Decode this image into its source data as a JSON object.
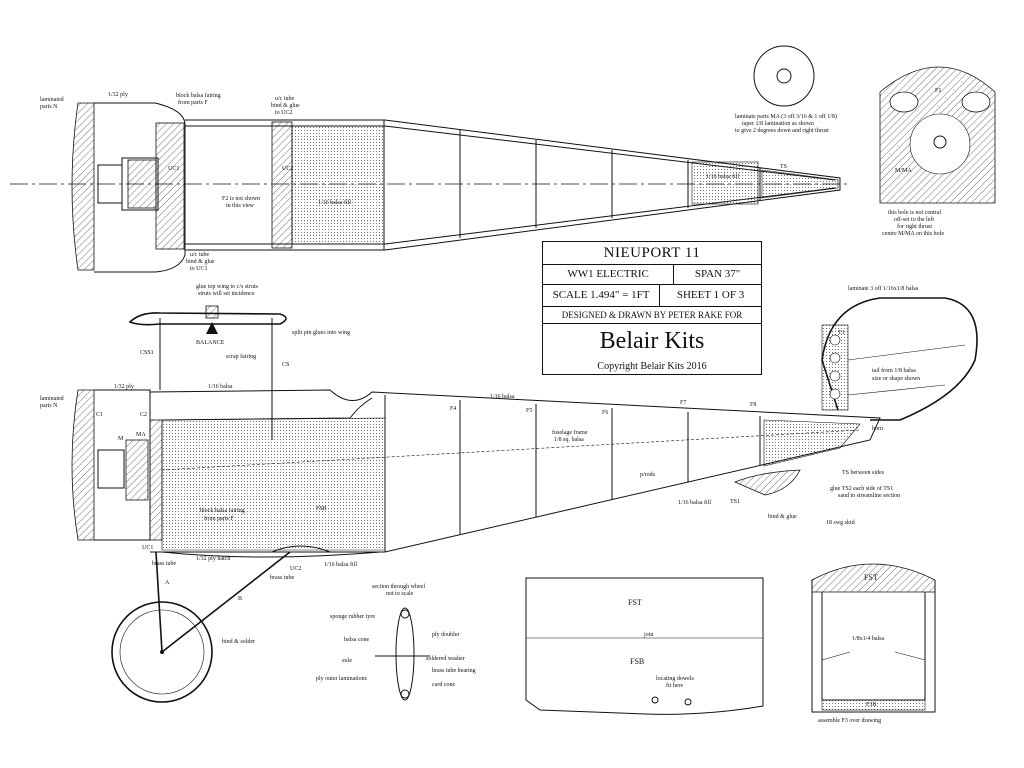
{
  "title_block": {
    "name": "NIEUPORT 11",
    "type": "WW1 ELECTRIC",
    "span": "SPAN 37\"",
    "scale": "SCALE 1.494\" = 1FT",
    "sheet": "SHEET 1 OF 3",
    "designer": "DESIGNED & DRAWN BY PETER RAKE FOR",
    "brand": "Belair Kits",
    "copyright": "Copyright Belair Kits 2016"
  },
  "top_view": {
    "laminated": "laminated",
    "parts_n": "parts N",
    "ply": "1/32 ply",
    "block_fairing_1": "block balsa fairing",
    "block_fairing_2": "from parts F",
    "uc_tube_1": "u/c tube",
    "uc_tube_2": "bind & glue",
    "uc_tube_3": "to UC2",
    "uc1_label": "UC1",
    "uc2_label": "UC2",
    "f2_note_1": "F2 is not shown",
    "f2_note_2": "in this view",
    "fill_1": "1/16 balsa fill",
    "fill_2": "1/16 balsa fill",
    "ts": "TS",
    "uc_bottom_1": "u/c tube",
    "uc_bottom_2": "bind & glue",
    "uc_bottom_3": "to UC1"
  },
  "thrust_note": {
    "line1": "laminate parts MA (3 off 3/16 & 1 off 1/8)",
    "line2": "taper 1/8 lamination as shown",
    "line3": "to give 2 degrees down and right thrust"
  },
  "nose_former": {
    "f1": "F1",
    "mma": "M/MA",
    "note1": "this hole is not central",
    "note2": "off-set to the left",
    "note3": "for right thrust",
    "note4": "centre M/MA on this hole"
  },
  "side_view": {
    "glue_note_1": "glue top wing to c/s struts",
    "glue_note_2": "struts will set incidence",
    "split_pin": "split pin glues into wing",
    "balance": "BALANCE",
    "css1": "CSS1",
    "scrap": "scrap fairing",
    "cs": "CS",
    "ply": "1/32 ply",
    "balsa_top": "1/16 balsa",
    "balsa_top2": "1/16 balsa",
    "laminated": "laminated",
    "parts_n": "parts N",
    "c1": "C1",
    "c2": "C2",
    "m": "M",
    "ma": "MA",
    "f4": "F4",
    "f5": "F5",
    "f6": "F6",
    "f7": "F7",
    "f8": "F8",
    "frame_1": "fuselage frame",
    "frame_2": "1/8 sq. balsa",
    "prods": "p/rods",
    "fill_a": "1/16 balsa fill",
    "fill_b": "1/16 balsa fill",
    "ts1": "TS1",
    "fsb": "FSB",
    "block_fairing_1": "block balsa fairing",
    "block_fairing_2": "from parts F",
    "uc1": "UC1",
    "brass": "brass tube",
    "hatch": "1/32 ply hatch",
    "uc2": "UC2",
    "brass2": "brass tube",
    "horn": "horn",
    "ts_between": "TS between sides",
    "glue_ts_1": "glue TS2 each side of TS1",
    "glue_ts_2": "sand to streamline section",
    "bind_glue": "bind & glue",
    "skid": "18 swg skid"
  },
  "tail": {
    "laminate": "laminate 3 off 1/16x1/8 balsa",
    "t1": "T1",
    "note1": "tail from 1/8 balsa",
    "note2": "size or shape shown"
  },
  "undercarriage": {
    "a": "A",
    "b": "B",
    "bind_solder": "bind & solder"
  },
  "wheel_section": {
    "title1": "section through wheel",
    "title2": "not to scale",
    "tyre": "sponge rubber tyre",
    "balsa_cone": "balsa cone",
    "axle": "axle",
    "laminations": "ply outer laminations",
    "ply_doubler": "ply doubler",
    "washer": "soldered washer",
    "bearing": "brass tube bearing",
    "card": "card cone"
  },
  "decking": {
    "fst": "FST",
    "join": "join",
    "fsb": "FSB",
    "dowels_1": "locating dowels",
    "dowels_2": "fit here"
  },
  "f3_assembly": {
    "fst": "FST",
    "balsa": "1/8x1/4 balsa",
    "f3b": "F3B",
    "caption": "assemble F3 over drawing"
  }
}
